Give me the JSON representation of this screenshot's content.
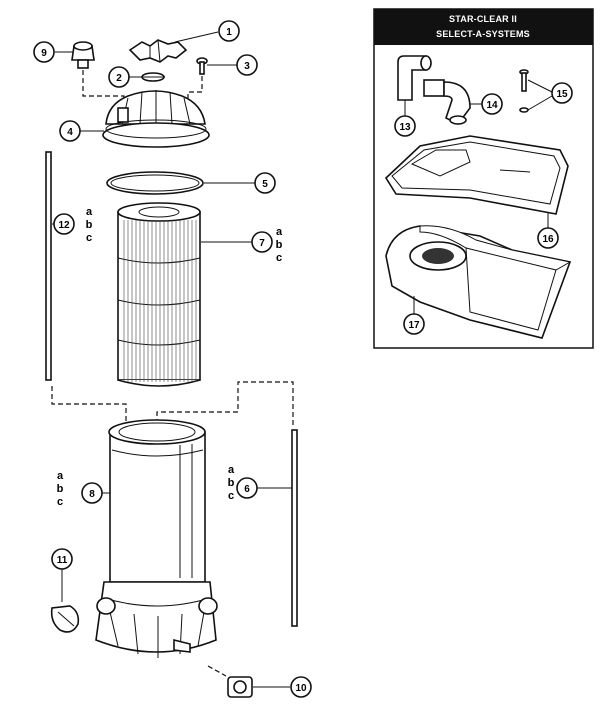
{
  "inset": {
    "title_line1": "STAR-CLEAR II",
    "title_line2": "SELECT-A-SYSTEMS"
  },
  "callouts": {
    "c1": "1",
    "c2": "2",
    "c3": "3",
    "c4": "4",
    "c5": "5",
    "c6": "6",
    "c7": "7",
    "c8": "8",
    "c9": "9",
    "c10": "10",
    "c11": "11",
    "c12": "12",
    "c13": "13",
    "c14": "14",
    "c15": "15",
    "c16": "16",
    "c17": "17"
  },
  "variants": {
    "v12": [
      "a",
      "b",
      "c"
    ],
    "v7": [
      "a",
      "b",
      "c"
    ],
    "v8": [
      "a",
      "b",
      "c"
    ],
    "v6": [
      "a",
      "b",
      "c"
    ]
  }
}
